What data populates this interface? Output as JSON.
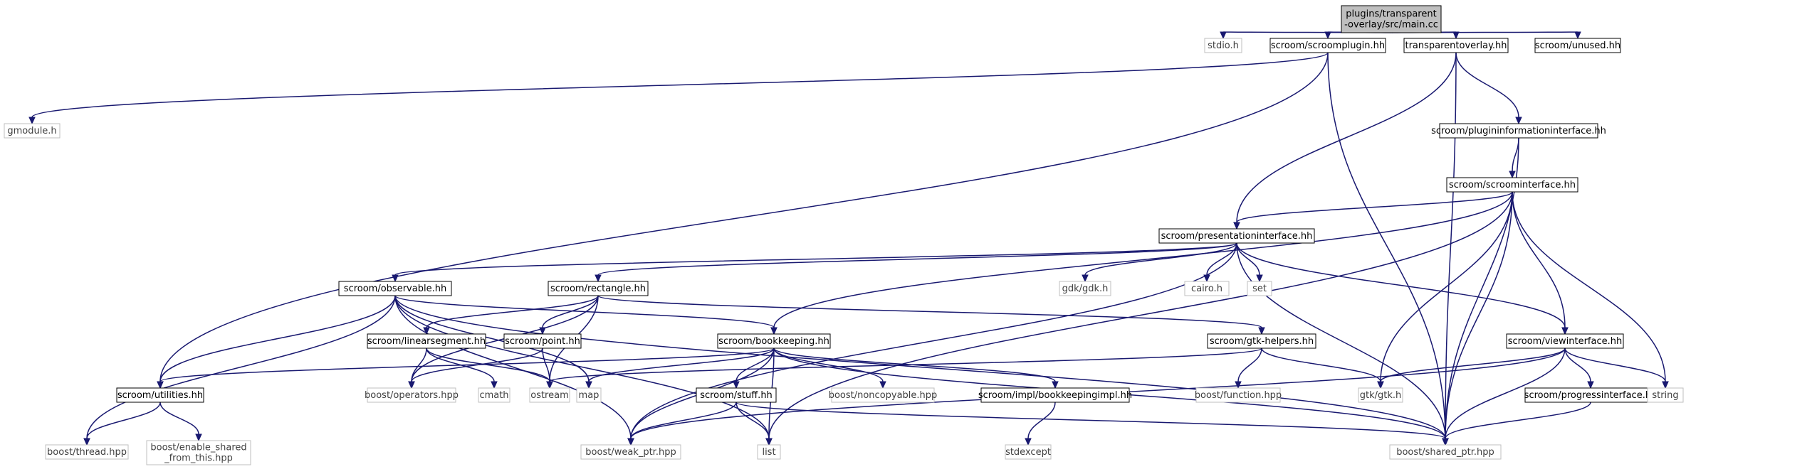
{
  "colors": {
    "edge": "#191970",
    "node_border": "#000000",
    "external_border": "#bfbfbf",
    "external_text": "#3f3f3f",
    "root_fill": "#bfbfbf"
  },
  "nodes": [
    {
      "id": "main",
      "lines": [
        "plugins/transparent",
        "-overlay/src/main.cc"
      ],
      "kind": "root"
    },
    {
      "id": "stdio",
      "lines": [
        "stdio.h"
      ],
      "kind": "external"
    },
    {
      "id": "scroomplugin",
      "lines": [
        "scroom/scroomplugin.hh"
      ],
      "kind": "internal"
    },
    {
      "id": "transparentoverlay",
      "lines": [
        "transparentoverlay.hh"
      ],
      "kind": "internal"
    },
    {
      "id": "unused",
      "lines": [
        "scroom/unused.hh"
      ],
      "kind": "internal"
    },
    {
      "id": "gmodule",
      "lines": [
        "gmodule.h"
      ],
      "kind": "external"
    },
    {
      "id": "plugininfo",
      "lines": [
        "scroom/plugininformationinterface.hh"
      ],
      "kind": "internal"
    },
    {
      "id": "scroominterface",
      "lines": [
        "scroom/scroominterface.hh"
      ],
      "kind": "internal"
    },
    {
      "id": "presentation",
      "lines": [
        "scroom/presentationinterface.hh"
      ],
      "kind": "internal"
    },
    {
      "id": "observable",
      "lines": [
        "scroom/observable.hh"
      ],
      "kind": "internal"
    },
    {
      "id": "rectangle",
      "lines": [
        "scroom/rectangle.hh"
      ],
      "kind": "internal"
    },
    {
      "id": "gdk",
      "lines": [
        "gdk/gdk.h"
      ],
      "kind": "external"
    },
    {
      "id": "cairo",
      "lines": [
        "cairo.h"
      ],
      "kind": "external"
    },
    {
      "id": "set",
      "lines": [
        "set"
      ],
      "kind": "external"
    },
    {
      "id": "linearsegment",
      "lines": [
        "scroom/linearsegment.hh"
      ],
      "kind": "internal"
    },
    {
      "id": "point",
      "lines": [
        "scroom/point.hh"
      ],
      "kind": "internal"
    },
    {
      "id": "bookkeeping",
      "lines": [
        "scroom/bookkeeping.hh"
      ],
      "kind": "internal"
    },
    {
      "id": "gtkhelpers",
      "lines": [
        "scroom/gtk-helpers.hh"
      ],
      "kind": "internal"
    },
    {
      "id": "viewinterface",
      "lines": [
        "scroom/viewinterface.hh"
      ],
      "kind": "internal"
    },
    {
      "id": "utilities",
      "lines": [
        "scroom/utilities.hh"
      ],
      "kind": "internal"
    },
    {
      "id": "operators",
      "lines": [
        "boost/operators.hpp"
      ],
      "kind": "external"
    },
    {
      "id": "cmath",
      "lines": [
        "cmath"
      ],
      "kind": "external"
    },
    {
      "id": "ostream",
      "lines": [
        "ostream"
      ],
      "kind": "external"
    },
    {
      "id": "map",
      "lines": [
        "map"
      ],
      "kind": "external"
    },
    {
      "id": "stuff",
      "lines": [
        "scroom/stuff.hh"
      ],
      "kind": "internal"
    },
    {
      "id": "noncopyable",
      "lines": [
        "boost/noncopyable.hpp"
      ],
      "kind": "external"
    },
    {
      "id": "bookkeepingimpl",
      "lines": [
        "scroom/impl/bookkeepingimpl.hh"
      ],
      "kind": "internal"
    },
    {
      "id": "function",
      "lines": [
        "boost/function.hpp"
      ],
      "kind": "external"
    },
    {
      "id": "gtk",
      "lines": [
        "gtk/gtk.h"
      ],
      "kind": "external"
    },
    {
      "id": "progress",
      "lines": [
        "scroom/progressinterface.hh"
      ],
      "kind": "internal"
    },
    {
      "id": "string",
      "lines": [
        "string"
      ],
      "kind": "external"
    },
    {
      "id": "thread",
      "lines": [
        "boost/thread.hpp"
      ],
      "kind": "external"
    },
    {
      "id": "enableshared",
      "lines": [
        "boost/enable_shared",
        "_from_this.hpp"
      ],
      "kind": "external"
    },
    {
      "id": "weakptr",
      "lines": [
        "boost/weak_ptr.hpp"
      ],
      "kind": "external"
    },
    {
      "id": "list",
      "lines": [
        "list"
      ],
      "kind": "external"
    },
    {
      "id": "stdexcept",
      "lines": [
        "stdexcept"
      ],
      "kind": "external"
    },
    {
      "id": "sharedptr",
      "lines": [
        "boost/shared_ptr.hpp"
      ],
      "kind": "external"
    }
  ],
  "edges": [
    [
      "main",
      "stdio"
    ],
    [
      "main",
      "scroomplugin"
    ],
    [
      "main",
      "transparentoverlay"
    ],
    [
      "main",
      "unused"
    ],
    [
      "scroomplugin",
      "gmodule"
    ],
    [
      "scroomplugin",
      "utilities"
    ],
    [
      "scroomplugin",
      "sharedptr"
    ],
    [
      "transparentoverlay",
      "presentation"
    ],
    [
      "transparentoverlay",
      "plugininfo"
    ],
    [
      "transparentoverlay",
      "sharedptr"
    ],
    [
      "plugininfo",
      "scroominterface"
    ],
    [
      "plugininfo",
      "sharedptr"
    ],
    [
      "scroominterface",
      "presentation"
    ],
    [
      "scroominterface",
      "bookkeeping"
    ],
    [
      "scroominterface",
      "viewinterface"
    ],
    [
      "scroominterface",
      "gtk"
    ],
    [
      "scroominterface",
      "string"
    ],
    [
      "scroominterface",
      "list"
    ],
    [
      "scroominterface",
      "sharedptr"
    ],
    [
      "presentation",
      "observable"
    ],
    [
      "presentation",
      "rectangle"
    ],
    [
      "presentation",
      "gdk"
    ],
    [
      "presentation",
      "cairo"
    ],
    [
      "presentation",
      "set"
    ],
    [
      "presentation",
      "viewinterface"
    ],
    [
      "presentation",
      "sharedptr"
    ],
    [
      "presentation",
      "weakptr"
    ],
    [
      "observable",
      "utilities"
    ],
    [
      "observable",
      "bookkeeping"
    ],
    [
      "observable",
      "thread"
    ],
    [
      "observable",
      "map"
    ],
    [
      "observable",
      "list"
    ],
    [
      "observable",
      "weakptr"
    ],
    [
      "observable",
      "sharedptr"
    ],
    [
      "rectangle",
      "linearsegment"
    ],
    [
      "rectangle",
      "point"
    ],
    [
      "rectangle",
      "gtkhelpers"
    ],
    [
      "rectangle",
      "ostream"
    ],
    [
      "rectangle",
      "operators"
    ],
    [
      "linearsegment",
      "operators"
    ],
    [
      "linearsegment",
      "cmath"
    ],
    [
      "linearsegment",
      "ostream"
    ],
    [
      "point",
      "operators"
    ],
    [
      "point",
      "ostream"
    ],
    [
      "bookkeeping",
      "utilities"
    ],
    [
      "bookkeeping",
      "stuff"
    ],
    [
      "bookkeeping",
      "map"
    ],
    [
      "bookkeeping",
      "noncopyable"
    ],
    [
      "bookkeeping",
      "bookkeepingimpl"
    ],
    [
      "bookkeeping",
      "list"
    ],
    [
      "bookkeeping",
      "weakptr"
    ],
    [
      "bookkeeping",
      "sharedptr"
    ],
    [
      "gtkhelpers",
      "function"
    ],
    [
      "gtkhelpers",
      "gtk"
    ],
    [
      "gtkhelpers",
      "ostream"
    ],
    [
      "viewinterface",
      "gtk"
    ],
    [
      "viewinterface",
      "progress"
    ],
    [
      "viewinterface",
      "string"
    ],
    [
      "viewinterface",
      "sharedptr"
    ],
    [
      "viewinterface",
      "weakptr"
    ],
    [
      "progress",
      "sharedptr"
    ],
    [
      "utilities",
      "thread"
    ],
    [
      "utilities",
      "enableshared"
    ],
    [
      "stuff",
      "list"
    ],
    [
      "stuff",
      "weakptr"
    ],
    [
      "stuff",
      "sharedptr"
    ],
    [
      "bookkeepingimpl",
      "stdexcept"
    ]
  ]
}
